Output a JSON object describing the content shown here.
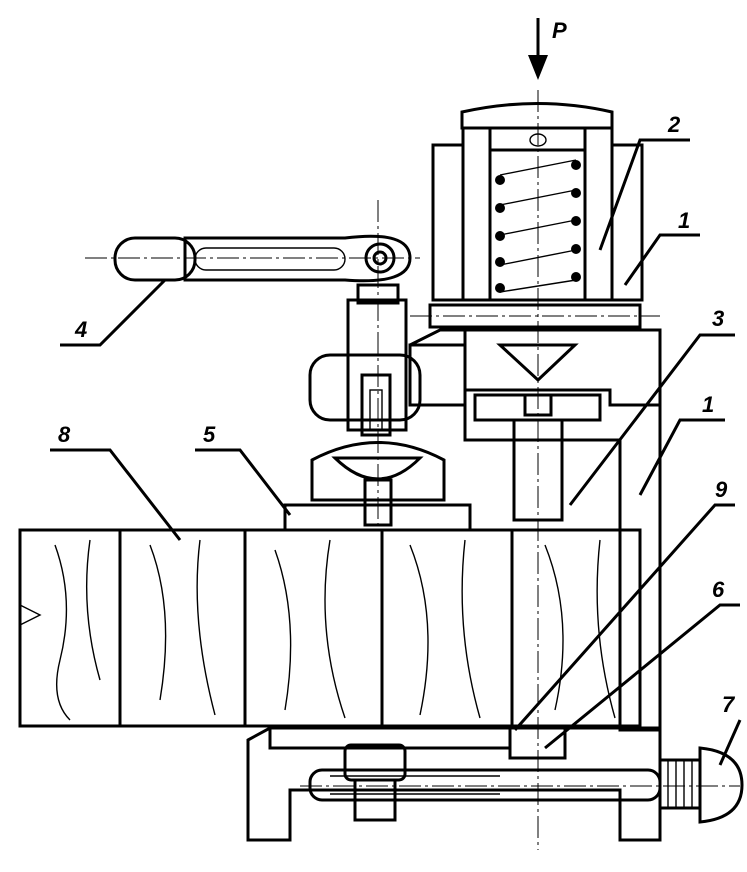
{
  "labels": {
    "force": "P",
    "l1_top": "1",
    "l1_body": "1",
    "l2": "2",
    "l3": "3",
    "l4": "4",
    "l5": "5",
    "l6": "6",
    "l7": "7",
    "l8": "8",
    "l9": "9"
  },
  "colors": {
    "ink": "#000000",
    "paper": "#ffffff"
  }
}
